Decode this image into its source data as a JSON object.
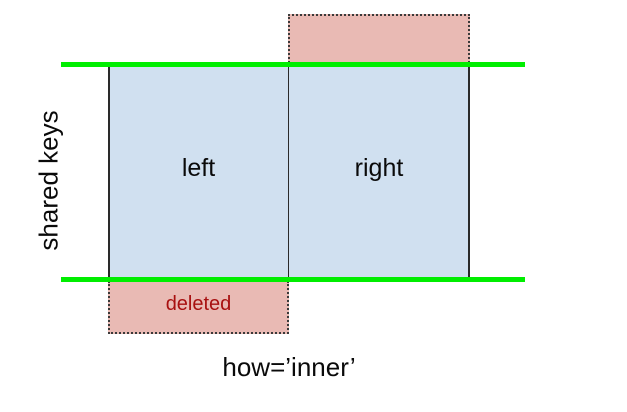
{
  "diagram": {
    "title_caption": "how=’inner’",
    "axis_label": "shared keys",
    "colors": {
      "kept_fill": "#d0e0f0",
      "discarded_fill": "#e9bab4",
      "key_line": "#00ee00",
      "discarded_text": "#a81010",
      "outline": "#2a2a2a",
      "background": "#ffffff"
    },
    "regions": [
      {
        "id": "left",
        "label": "left",
        "state": "kept",
        "fill": "#d0e0f0",
        "border_style": "solid"
      },
      {
        "id": "right",
        "label": "right",
        "state": "kept",
        "fill": "#d0e0f0",
        "border_style": "solid"
      },
      {
        "id": "top-discard",
        "label": "",
        "state": "discarded",
        "fill": "#e9bab4",
        "border_style": "dotted"
      },
      {
        "id": "bottom-discard",
        "label": "deleted",
        "state": "discarded",
        "fill": "#e9bab4",
        "border_style": "dotted"
      }
    ],
    "key_lines": [
      {
        "id": "top",
        "color": "#00ee00"
      },
      {
        "id": "bottom",
        "color": "#00ee00"
      }
    ]
  }
}
